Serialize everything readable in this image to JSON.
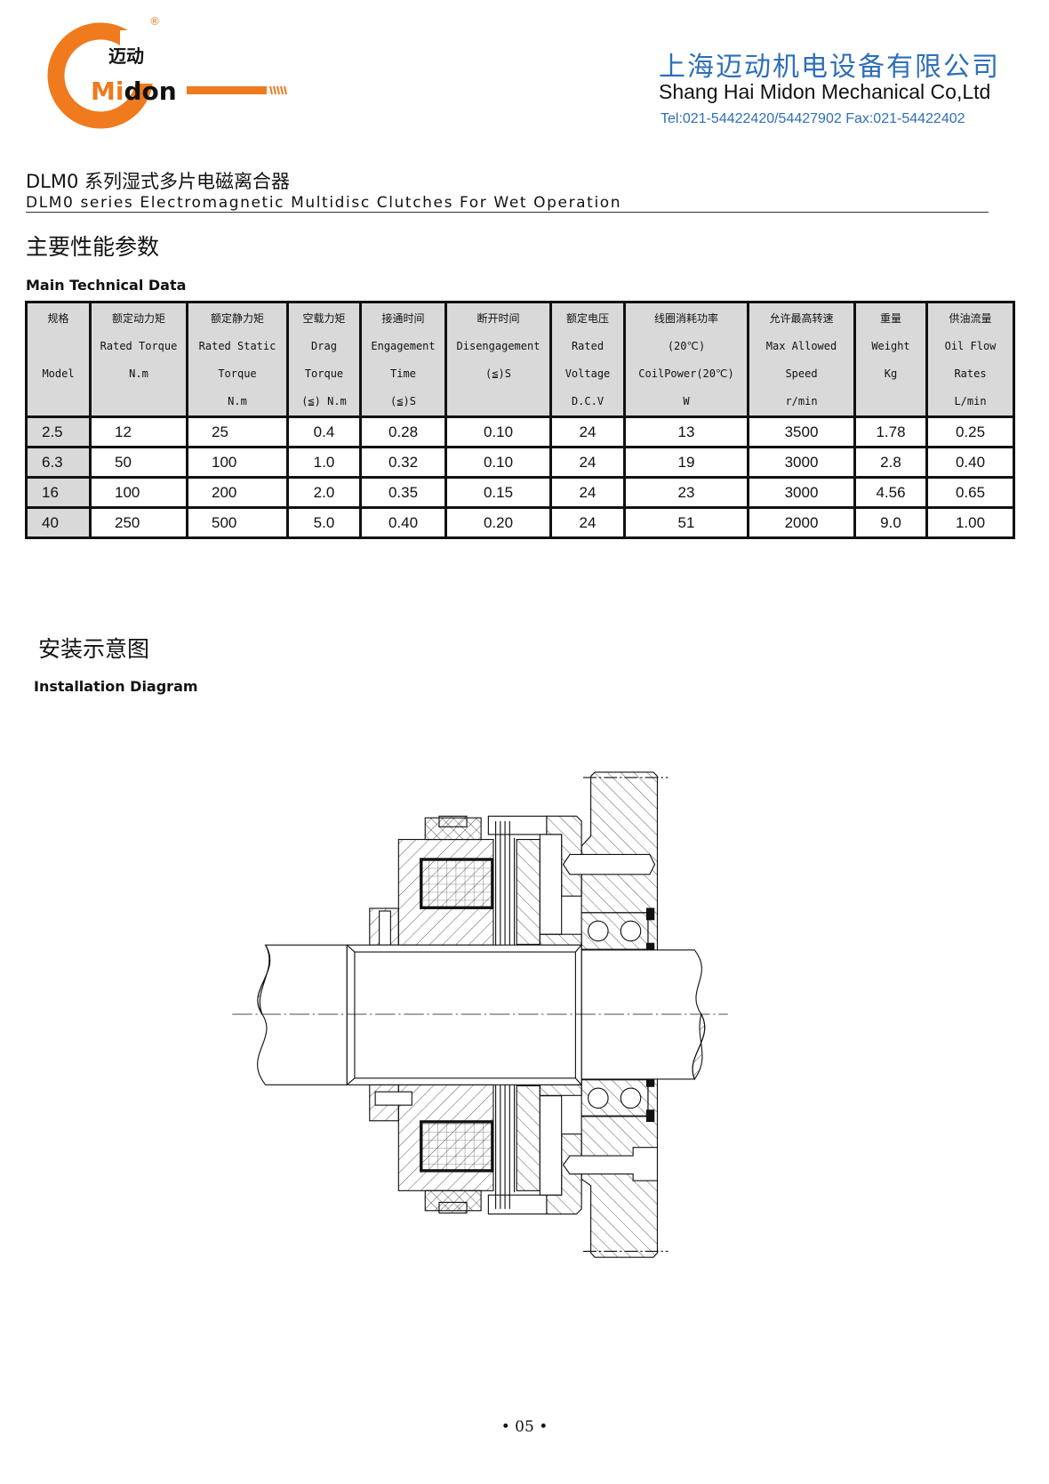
{
  "header": {
    "logo": {
      "cn": "迈动",
      "en": "Midon",
      "registered": "®",
      "brand_color": "#f07a1e"
    },
    "company_cn": "上海迈动机电设备有限公司",
    "company_en": "Shang Hai Midon Mechanical Co,Ltd",
    "contact": "Tel:021-54422420/54427902 Fax:021-54422402",
    "accent_color": "#2e6fb7"
  },
  "title": {
    "cn": "DLM0 系列湿式多片电磁离合器",
    "en": "DLM0 series Electromagnetic Multidisc Clutches For Wet Operation"
  },
  "tech_section": {
    "cn": "主要性能参数",
    "en": "Main Technical Data"
  },
  "table": {
    "columns": [
      [
        "规格",
        "",
        "Model",
        ""
      ],
      [
        "额定动力矩",
        "Rated Torque",
        "N.m",
        ""
      ],
      [
        "额定静力矩",
        "Rated Static",
        "Torque",
        "N.m"
      ],
      [
        "空载力矩",
        "Drag",
        "Torque",
        "(≦) N.m"
      ],
      [
        "接通时间",
        "Engagement",
        "Time",
        "(≦)S"
      ],
      [
        "断开时间",
        "Disengagement",
        "(≦)S",
        ""
      ],
      [
        "额定电压",
        "Rated",
        "Voltage",
        "D.C.V"
      ],
      [
        "线圈消耗功率",
        "(20℃)",
        "CoilPower(20℃)",
        "W"
      ],
      [
        "允许最高转速",
        "Max Allowed",
        "Speed",
        "r/min"
      ],
      [
        "重量",
        "Weight",
        "Kg",
        ""
      ],
      [
        "供油流量",
        "Oil Flow",
        "Rates",
        "L/min"
      ]
    ],
    "rows": [
      [
        "2.5",
        "12",
        "25",
        "0.4",
        "0.28",
        "0.10",
        "24",
        "13",
        "3500",
        "1.78",
        "0.25"
      ],
      [
        "6.3",
        "50",
        "100",
        "1.0",
        "0.32",
        "0.10",
        "24",
        "19",
        "3000",
        "2.8",
        "0.40"
      ],
      [
        "16",
        "100",
        "200",
        "2.0",
        "0.35",
        "0.15",
        "24",
        "23",
        "3000",
        "4.56",
        "0.65"
      ],
      [
        "40",
        "250",
        "500",
        "5.0",
        "0.40",
        "0.20",
        "24",
        "51",
        "2000",
        "9.0",
        "1.00"
      ]
    ]
  },
  "install_section": {
    "cn": "安装示意图",
    "en": "Installation Diagram"
  },
  "page_number": "• 05 •"
}
